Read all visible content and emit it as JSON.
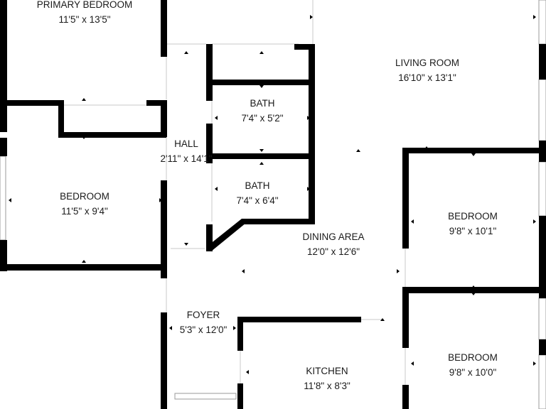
{
  "rooms": [
    {
      "id": "primary-bedroom",
      "name": "PRIMARY BEDROOM",
      "dims": "11'5\" x 13'5\""
    },
    {
      "id": "living-room",
      "name": "LIVING ROOM",
      "dims": "16'10\" x 13'1\""
    },
    {
      "id": "bath-1",
      "name": "BATH",
      "dims": "7'4\" x 5'2\""
    },
    {
      "id": "hall",
      "name": "HALL",
      "dims": "2'11\" x 14'1\""
    },
    {
      "id": "bedroom-left",
      "name": "BEDROOM",
      "dims": "11'5\" x 9'4\""
    },
    {
      "id": "bath-2",
      "name": "BATH",
      "dims": "7'4\" x 6'4\""
    },
    {
      "id": "bedroom-right-upper",
      "name": "BEDROOM",
      "dims": "9'8\" x 10'1\""
    },
    {
      "id": "dining-area",
      "name": "DINING AREA",
      "dims": "12'0\" x 12'6\""
    },
    {
      "id": "foyer",
      "name": "FOYER",
      "dims": "5'3\" x 12'0\""
    },
    {
      "id": "bedroom-right-lower",
      "name": "BEDROOM",
      "dims": "9'8\" x 10'0\""
    },
    {
      "id": "kitchen",
      "name": "KITCHEN",
      "dims": "11'8\" x 8'3\""
    }
  ]
}
